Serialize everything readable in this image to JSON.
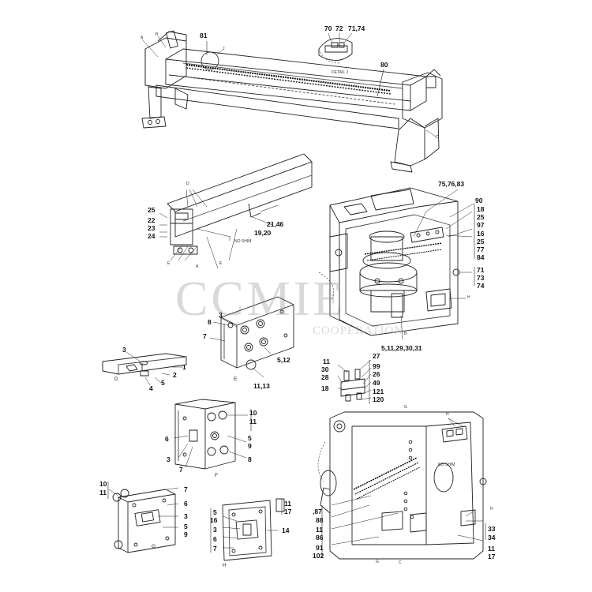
{
  "watermark": {
    "main": "CCMIE",
    "sub": "COOPERATION",
    "color": "#9a9a9a"
  },
  "callouts": {
    "c81": "81",
    "c70": "70",
    "c72": "72",
    "c7174": "71,74",
    "c80": "80",
    "c25a": "25",
    "c22": "22",
    "c23": "23",
    "c24": "24",
    "c2146": "21,46",
    "c1920": "19,20",
    "c757683": "75,76,83",
    "c90": "90",
    "c18a": "18",
    "c25b": "25",
    "c97": "97",
    "c16": "16",
    "c25c": "25",
    "c77": "77",
    "c84": "84",
    "c71": "71",
    "c73": "73",
    "c74": "74",
    "c5112930": "5,11,29,30,31",
    "c3a": "3",
    "c1a": "1",
    "c2a": "2",
    "c5a": "5",
    "c4a": "4",
    "c3b": "3",
    "c8b": "8",
    "c7b": "7",
    "c512": "5,12",
    "c1113": "11,13",
    "c11a": "11",
    "c30": "30",
    "c28": "28",
    "c18b": "18",
    "c27": "27",
    "c99": "99",
    "c26": "26",
    "c49": "49",
    "c121": "121",
    "c120": "120",
    "c10f": "10",
    "c11f": "11",
    "c5f": "5",
    "c9f": "9",
    "c8f": "8",
    "c6f": "6",
    "c3f": "3",
    "c7f": "7",
    "c10g": "10",
    "c11g": "11",
    "c7g": "7",
    "c6g": "6",
    "c3g": "3",
    "c5g": "5",
    "c9g": "9",
    "c5h": "5",
    "c16h": "16",
    "c3h": "3",
    "c6h": "6",
    "c7h": "7",
    "c11h": "11",
    "c17h": "17",
    "c14h": "14",
    "c87": ",87",
    "c88": "88",
    "c11c": "11",
    "c86": "86",
    "c91": "91",
    "c102": "102",
    "c33": "33",
    "c34": "34",
    "c11d": "11",
    "c17d": "17"
  },
  "labels": {
    "detail_j": "DETAIL J",
    "no_shim_a": "NO SHIM",
    "no_shim_c": "NO SHIM",
    "view_a": "A",
    "view_b": "B",
    "view_c": "C",
    "view_d": "D",
    "view_e": "E",
    "view_f": "F",
    "view_g": "G",
    "view_h": "H",
    "ref_a": "A",
    "ref_b": "B",
    "ref_c": "C",
    "ref_j": "J",
    "ref_d1": "D",
    "ref_e1": "E",
    "ref_e2": "E",
    "ref_h1": "H",
    "ref_h2": "H",
    "ref_h3": "H",
    "ref_g": "G",
    "ref_g2": "G"
  }
}
